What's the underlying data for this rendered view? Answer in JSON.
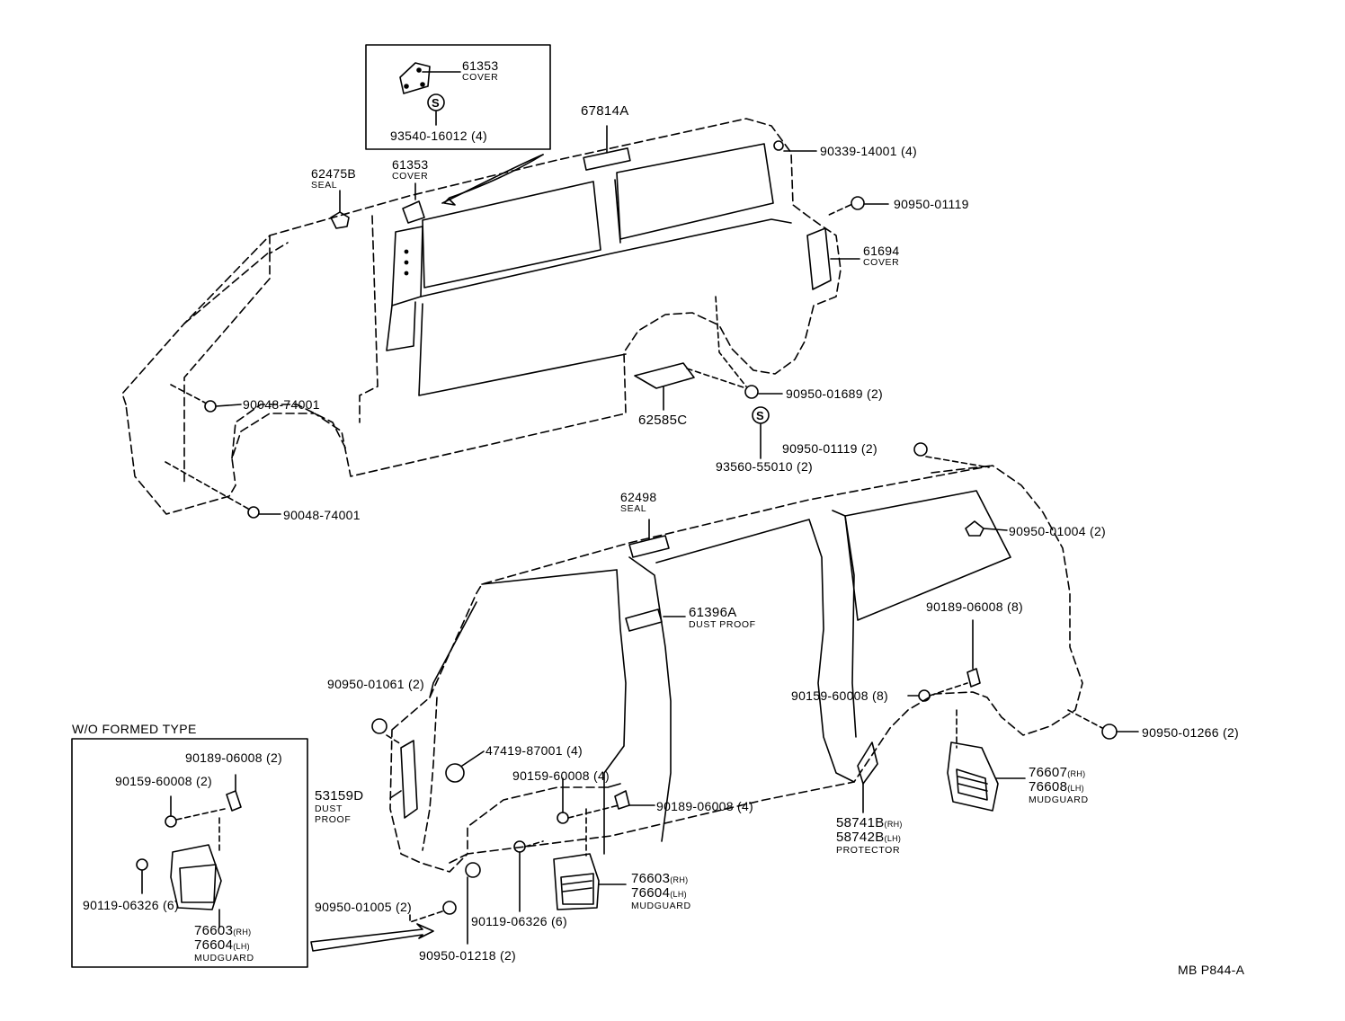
{
  "diagram": {
    "inset_box": {
      "part": "61353",
      "desc": "COVER",
      "symbol": "S",
      "fastener": "93540-16012 (4)"
    },
    "upper_body": {
      "seal_top": {
        "part": "67814A"
      },
      "bolt_top": {
        "part": "90339-14001 (4)"
      },
      "clip_right": {
        "part": "90950-01119"
      },
      "cover_right": {
        "part": "61694",
        "desc": "COVER"
      },
      "seal_left": {
        "part": "62475B",
        "desc": "SEAL"
      },
      "cover_mid": {
        "part": "61353",
        "desc": "COVER"
      },
      "screw_upper": {
        "part": "90048-74001"
      },
      "screw_lower": {
        "part": "90048-74001"
      },
      "plate": {
        "part": "62585C"
      },
      "clip_wheel": {
        "part": "90950-01689 (2)"
      },
      "symbol_s": {
        "symbol": "S",
        "part": "93560-55010 (2)"
      }
    },
    "lower_body": {
      "clip_roof": {
        "part": "90950-01119 (2)"
      },
      "seal_roof": {
        "part": "62498",
        "desc": "SEAL"
      },
      "clip_window": {
        "part": "90950-01004 (2)"
      },
      "dust_proof": {
        "part": "61396A",
        "desc": "DUST PROOF"
      },
      "screw_rear": {
        "part": "90189-06008 (8)"
      },
      "bolt_rear": {
        "part": "90159-60008 (8)"
      },
      "clip_rear_corner": {
        "part": "90950-01266 (2)"
      },
      "mudguard_rear": {
        "part_rh": "76607",
        "rh": "(RH)",
        "part_lh": "76608",
        "lh": "(LH)",
        "desc": "MUDGUARD"
      },
      "protector": {
        "part_rh": "58741B",
        "rh": "(RH)",
        "part_lh": "58742B",
        "lh": "(LH)",
        "desc": "PROTECTOR"
      },
      "clip_front_pillar": {
        "part": "90950-01061 (2)"
      },
      "plug": {
        "part": "47419-87001 (4)"
      },
      "dust_proof_front": {
        "part": "53159D",
        "desc1": "DUST",
        "desc2": "PROOF"
      },
      "bolt_front": {
        "part": "90159-60008 (4)"
      },
      "screw_front": {
        "part": "90189-06008 (4)"
      },
      "mudguard_front": {
        "part_rh": "76603",
        "rh": "(RH)",
        "part_lh": "76604",
        "lh": "(LH)",
        "desc": "MUDGUARD"
      },
      "bolt_wheel": {
        "part": "90119-06326 (6)"
      },
      "clip_sill": {
        "part": "90950-01005 (2)"
      },
      "clip_bottom": {
        "part": "90950-01218 (2)"
      }
    },
    "wo_box": {
      "title": "W/O FORMED TYPE",
      "screw": {
        "part": "90189-06008 (2)"
      },
      "bolt": {
        "part": "90159-60008 (2)"
      },
      "bolt_lower": {
        "part": "90119-06326 (6)"
      },
      "mudguard": {
        "part_rh": "76603",
        "rh": "(RH)",
        "part_lh": "76604",
        "lh": "(LH)",
        "desc": "MUDGUARD"
      }
    },
    "code": "MB P844-A"
  }
}
